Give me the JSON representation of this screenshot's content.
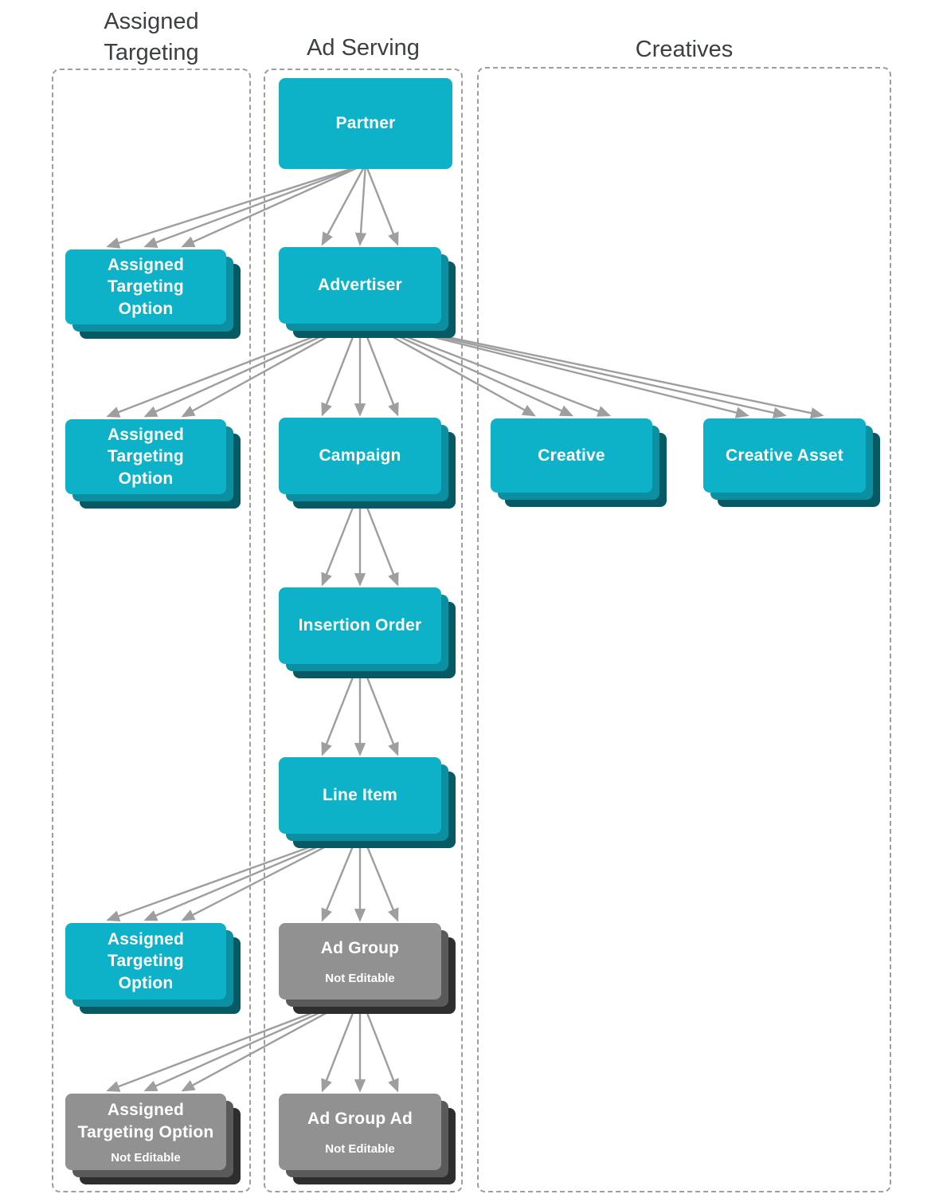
{
  "headers": [
    {
      "id": "assigned-targeting",
      "label": "Assigned\nTargeting"
    },
    {
      "id": "ad-serving",
      "label": "Ad Serving"
    },
    {
      "id": "creatives",
      "label": "Creatives"
    }
  ],
  "nodes": {
    "partner": {
      "label": "Partner"
    },
    "advertiser": {
      "label": "Advertiser"
    },
    "assigned_targeting_option_1": {
      "label": "Assigned\nTargeting\nOption"
    },
    "campaign": {
      "label": "Campaign"
    },
    "assigned_targeting_option_2": {
      "label": "Assigned\nTargeting\nOption"
    },
    "creative": {
      "label": "Creative"
    },
    "creative_asset": {
      "label": "Creative Asset"
    },
    "insertion_order": {
      "label": "Insertion Order"
    },
    "line_item": {
      "label": "Line Item"
    },
    "assigned_targeting_option_3": {
      "label": "Assigned\nTargeting\nOption"
    },
    "ad_group": {
      "label": "Ad Group",
      "sublabel": "Not Editable"
    },
    "assigned_targeting_option_4": {
      "label": "Assigned\nTargeting Option",
      "sublabel": "Not Editable"
    },
    "ad_group_ad": {
      "label": "Ad Group Ad",
      "sublabel": "Not Editable"
    }
  },
  "edges": [
    {
      "from": "partner",
      "to": "assigned_targeting_option_1"
    },
    {
      "from": "partner",
      "to": "advertiser"
    },
    {
      "from": "advertiser",
      "to": "assigned_targeting_option_2"
    },
    {
      "from": "advertiser",
      "to": "campaign"
    },
    {
      "from": "advertiser",
      "to": "creative"
    },
    {
      "from": "advertiser",
      "to": "creative_asset"
    },
    {
      "from": "campaign",
      "to": "insertion_order"
    },
    {
      "from": "insertion_order",
      "to": "line_item"
    },
    {
      "from": "line_item",
      "to": "assigned_targeting_option_3"
    },
    {
      "from": "line_item",
      "to": "ad_group"
    },
    {
      "from": "ad_group",
      "to": "assigned_targeting_option_4"
    },
    {
      "from": "ad_group",
      "to": "ad_group_ad"
    }
  ],
  "edge_style": {
    "arrows_per_edge": 3
  },
  "colors": {
    "node_teal": "#0db2c9",
    "node_teal_mid": "#0c8fa0",
    "node_teal_dark": "#075a64",
    "node_gray": "#919191",
    "node_gray_mid": "#5a5a5a",
    "node_gray_dark": "#2e2e2e",
    "arrow": "#9e9e9e",
    "container_border": "#9e9e9e",
    "header_text": "#3c4043",
    "node_text": "#ffffff"
  }
}
